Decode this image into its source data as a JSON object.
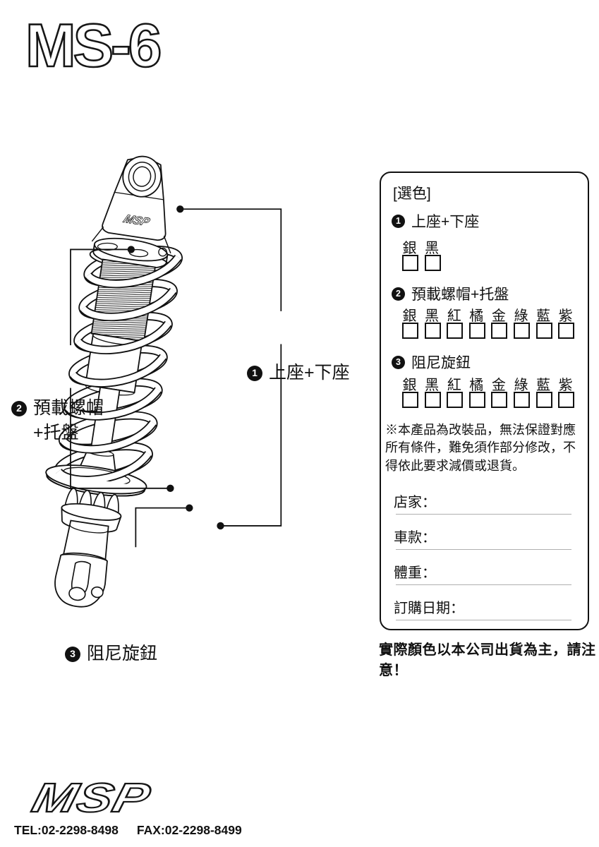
{
  "title": {
    "model": "MS-6"
  },
  "diagram": {
    "engraving": "MSP",
    "callouts": [
      {
        "num": "1",
        "line1": "上座+下座"
      },
      {
        "num": "2",
        "line1": "預載螺帽",
        "line2": "+托盤"
      },
      {
        "num": "3",
        "line1": "阻尼旋鈕"
      }
    ]
  },
  "panel": {
    "title": "[選色]",
    "sections": [
      {
        "num": "1",
        "label": "上座+下座",
        "colors": [
          "銀",
          "黑"
        ]
      },
      {
        "num": "2",
        "label": "預載螺帽+托盤",
        "colors": [
          "銀",
          "黑",
          "紅",
          "橘",
          "金",
          "綠",
          "藍",
          "紫"
        ]
      },
      {
        "num": "3",
        "label": "阻尼旋鈕",
        "colors": [
          "銀",
          "黑",
          "紅",
          "橘",
          "金",
          "綠",
          "藍",
          "紫"
        ]
      }
    ],
    "disclaimer": [
      "※本產品為改裝品，無法保證對應",
      "所有條件，難免須作部分修改，不",
      "得依此要求減價或退貨。"
    ],
    "fields": [
      "店家：",
      "車款：",
      "體重：",
      "訂購日期："
    ]
  },
  "footer_note": "實際顏色以本公司出貨為主，請注意！",
  "brand": {
    "logo": "MSP",
    "tel": "TEL:02-2298-8498",
    "fax": "FAX:02-2298-8499",
    "line_color": "#111111"
  }
}
